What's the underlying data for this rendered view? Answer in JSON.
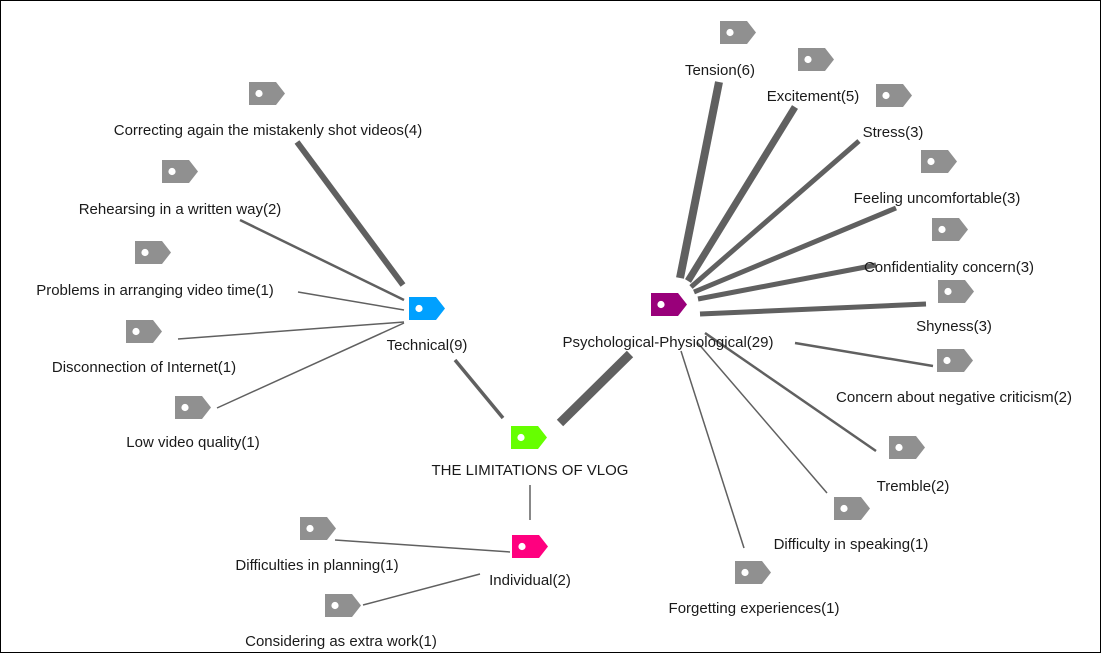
{
  "diagram": {
    "type": "code-map",
    "colors": {
      "center_tag": "#66ff00",
      "technical_tag": "#00a0ff",
      "psychological_tag": "#99007a",
      "individual_tag": "#ff007f",
      "code_tag": "#909090",
      "connector": "#606060",
      "border": "#000000"
    },
    "center": {
      "label": "THE LIMITATIONS OF VLOG",
      "icon": "tag-icon"
    },
    "categories": [
      {
        "id": "technical",
        "label": "Technical(9)",
        "icon": "tag-icon",
        "codes": [
          {
            "label": "Correcting again the mistakenly shot videos(4)",
            "frequency": 4
          },
          {
            "label": "Rehearsing in a written way(2)",
            "frequency": 2
          },
          {
            "label": "Problems in arranging video time(1)",
            "frequency": 1
          },
          {
            "label": "Disconnection of Internet(1)",
            "frequency": 1
          },
          {
            "label": "Low video quality(1)",
            "frequency": 1
          }
        ]
      },
      {
        "id": "psychological",
        "label": "Psychological-Physiological(29)",
        "icon": "tag-icon",
        "codes": [
          {
            "label": "Tension(6)",
            "frequency": 6
          },
          {
            "label": "Excitement(5)",
            "frequency": 5
          },
          {
            "label": "Stress(3)",
            "frequency": 3
          },
          {
            "label": "Feeling uncomfortable(3)",
            "frequency": 3
          },
          {
            "label": "Confidentiality concern(3)",
            "frequency": 3
          },
          {
            "label": "Shyness(3)",
            "frequency": 3
          },
          {
            "label": "Concern about negative criticism(2)",
            "frequency": 2
          },
          {
            "label": "Tremble(2)",
            "frequency": 2
          },
          {
            "label": "Difficulty in speaking(1)",
            "frequency": 1
          },
          {
            "label": "Forgetting experiences(1)",
            "frequency": 1
          }
        ]
      },
      {
        "id": "individual",
        "label": "Individual(2)",
        "icon": "tag-icon",
        "codes": [
          {
            "label": "Difficulties in planning(1)",
            "frequency": 1
          },
          {
            "label": "Considering as extra work(1)",
            "frequency": 1
          }
        ]
      }
    ]
  }
}
